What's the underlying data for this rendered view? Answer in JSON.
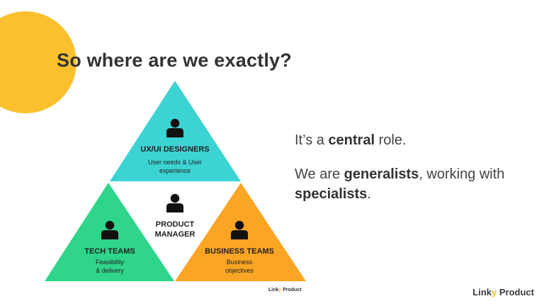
{
  "title": "So where are we exactly?",
  "colors": {
    "accent_circle": "#FBC02D",
    "ux_triangle": "#3CD3D3",
    "tech_triangle": "#2ED58A",
    "business_triangle": "#FBA524",
    "center_triangle": "#FFFFFF"
  },
  "diagram": {
    "ux": {
      "icon": "person-icon",
      "heading": "UX/UI DESIGNERS",
      "line1": "User needs & User",
      "line2": "experience"
    },
    "pm": {
      "icon": "person-icon",
      "line1": "PRODUCT",
      "line2": "MANAGER"
    },
    "tech": {
      "icon": "person-icon",
      "heading": "TECH TEAMS",
      "line1": "Feasibility",
      "line2": "& delivery"
    },
    "business": {
      "icon": "person-icon",
      "heading": "BUSINESS TEAMS",
      "line1": "Business",
      "line2": "objectives"
    },
    "watermark": {
      "part1": "Link",
      "part2": "y",
      "part3": " Product"
    }
  },
  "statements": {
    "s1": {
      "pre": "It’s a ",
      "bold": "central",
      "post": " role."
    },
    "s2": {
      "pre": "We are ",
      "bold1": "generalists",
      "mid": ", working with ",
      "bold2": "specialists",
      "post": "."
    }
  },
  "brand": {
    "part1": "Link",
    "part2": "y",
    "part3": " Product"
  }
}
